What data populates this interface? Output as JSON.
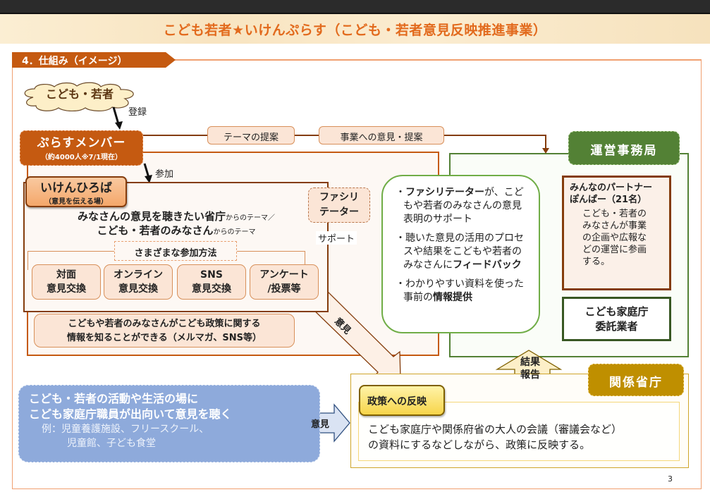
{
  "title": "こども若者★いけんぷらす（こども・若者意見反映推進事業）",
  "section_tab": "4．仕組み（イメージ）",
  "cloud_label": "こども・若者",
  "register_label": "登録",
  "plus_member": {
    "title": "ぷらすメンバー",
    "subtitle": "（約4000人※7/1現在）"
  },
  "join_label": "参加",
  "theme_pills": [
    "テーマの提案",
    "事業への意見・提案"
  ],
  "hiroba": {
    "title": "いけんひろば",
    "subtitle": "（意見を伝える場）"
  },
  "themes": {
    "line1_main": "みなさんの意見を聴きたい省庁",
    "line1_small": "からのテーマ／",
    "line2_main": "こども・若者のみなさん",
    "line2_small": "からのテーマ"
  },
  "methods_title": "さまざまな参加方法",
  "methods": [
    {
      "line1": "対面",
      "line2": "意見交換"
    },
    {
      "line1": "オンライン",
      "line2": "意見交換"
    },
    {
      "line1": "SNS",
      "line2": "意見交換"
    },
    {
      "line1": "アンケート",
      "line2": "/投票等"
    }
  ],
  "facilitator": {
    "line1": "ファシリ",
    "line2": "テーター"
  },
  "support_label": "サポート",
  "info_box": {
    "line1": "こどもや若者のみなさんがこども政策に関する",
    "line2": "情報を知ることができる（メルマガ、SNS等）"
  },
  "opinion_arrow_label": "意見",
  "secretariat_label": "運営事務局",
  "facil_desc": [
    {
      "bold": "ファシリテーター",
      "rest": "が、こどもや若者のみなさんの意見表明のサポート",
      "bullet": "・"
    },
    {
      "pre": "聴いた意見の活用のプロセスや結果をこどもや若者のみなさんに",
      "bold": "フィードバック",
      "bullet": "・"
    },
    {
      "pre": "わかりやすい資料を使った事前の",
      "bold": "情報提供",
      "bullet": "・"
    }
  ],
  "partner": {
    "title1": "みんなのパートナー",
    "title2": "ぽんぱー（21名）",
    "body": [
      "こども・若者の",
      "みなさんが事業",
      "の企画や広報な",
      "どの運営に参画",
      "する。"
    ]
  },
  "contractor": {
    "line1": "こども家庭庁",
    "line2": "委託業者"
  },
  "result_report": {
    "line1": "結果",
    "line2": "報告"
  },
  "ministries_label": "関係省庁",
  "policy": {
    "title": "政策への反映",
    "desc_line1": "こども家庭庁や関係府省の大人の会議（審議会など）",
    "desc_line2": "の資料にするなどしながら、政策に反映する。"
  },
  "outreach": {
    "line1": "こども・若者の活動や生活の場に",
    "line2": "こども家庭庁職員が出向いて意見を聴く",
    "line3": "例：児童養護施設、フリースクール、",
    "line4": "児童館、子ども食堂"
  },
  "outreach_arrow_label": "意見",
  "page_number": "3",
  "colors": {
    "title": "#e26a1d",
    "orange": "#c55a11",
    "brown": "#843c0c",
    "green": "#538135",
    "gold": "#bf8f00",
    "blue": "#8eaadb"
  }
}
